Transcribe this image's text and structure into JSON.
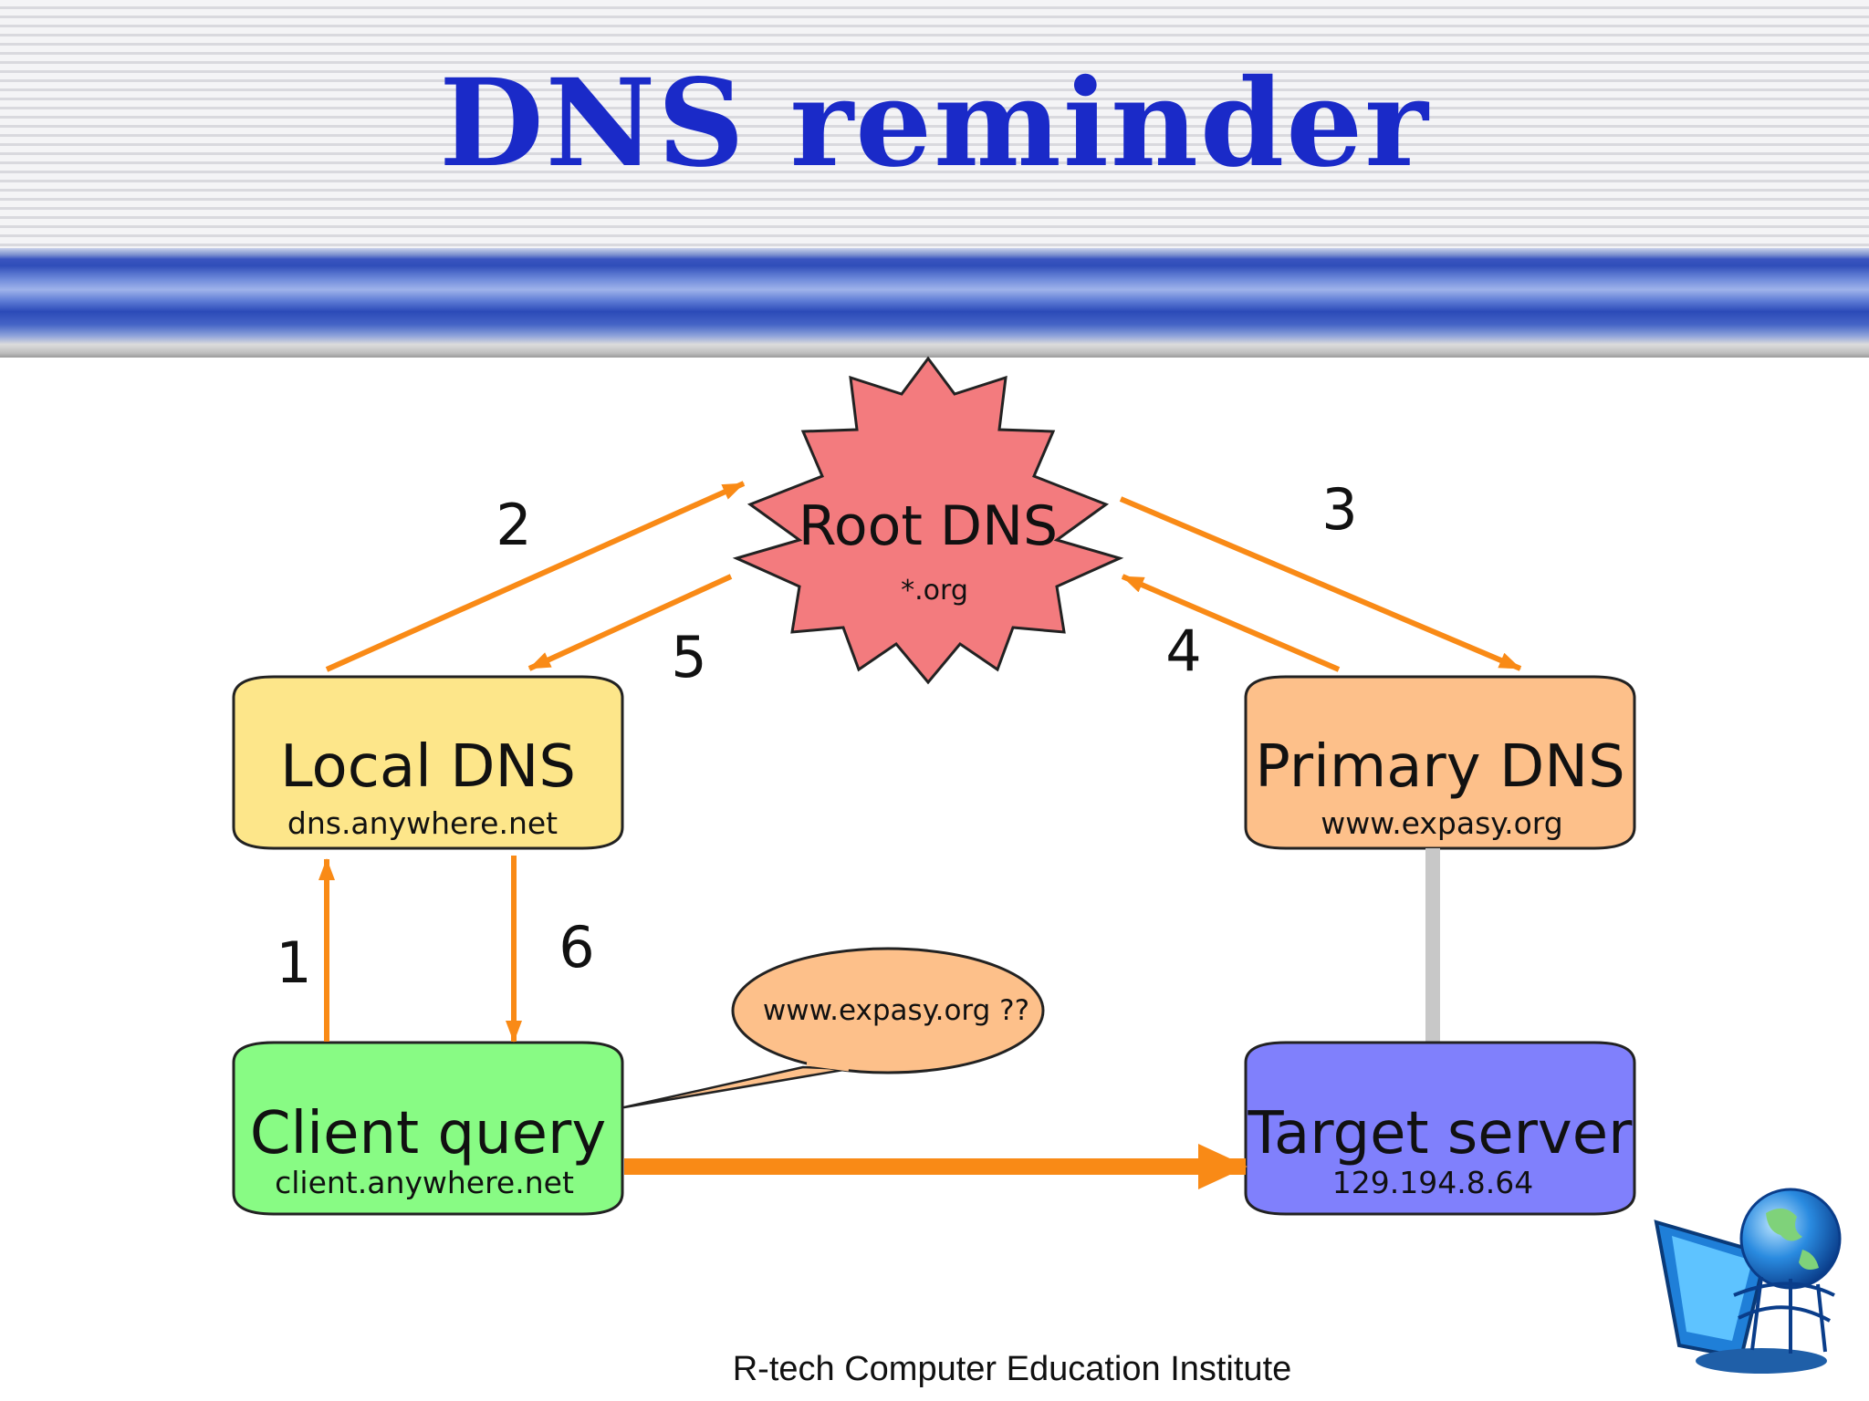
{
  "title": "DNS reminder",
  "footer": "R-tech Computer Education Institute",
  "nodes": {
    "root": {
      "label": "Root DNS",
      "sub": "*.org",
      "color": "#f37b7e"
    },
    "local": {
      "label": "Local DNS",
      "sub": "dns.anywhere.net",
      "color": "#fde68a"
    },
    "primary": {
      "label": "Primary DNS",
      "sub": "www.expasy.org",
      "color": "#fdc08a"
    },
    "client": {
      "label": "Client query",
      "sub": "client.anywhere.net",
      "color": "#88fb84"
    },
    "target": {
      "label": "Target server",
      "sub": "129.194.8.64",
      "color": "#8080fc"
    }
  },
  "bubble": {
    "text": "www.expasy.org ??",
    "color": "#fdc08a"
  },
  "steps": [
    "1",
    "2",
    "3",
    "4",
    "5",
    "6"
  ],
  "colors": {
    "title": "#1a2ac8",
    "arrow": "#f98a16",
    "link": "#c8c8c8"
  },
  "logo_icon": "computer-globe-logo-icon"
}
